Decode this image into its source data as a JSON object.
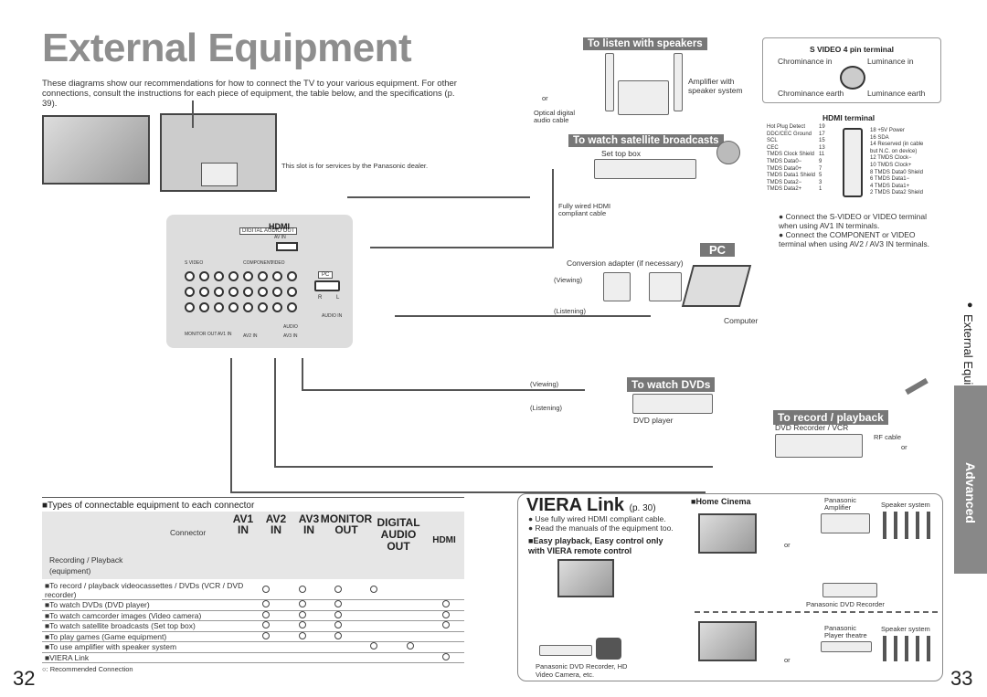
{
  "header": {
    "title": "External Equipment",
    "intro": "These diagrams show our recommendations for how to connect the TV to your various equipment. For other connections, consult the instructions for each piece of equipment, the table below, and the specifications (p. 39)."
  },
  "tv_back": {
    "slot_note": "This slot is for services by the Panasonic dealer."
  },
  "speakers": {
    "heading": "To listen with speakers",
    "device": "Amplifier with speaker system",
    "or": "or",
    "optical": "Optical digital audio cable"
  },
  "broadcast": {
    "heading": "To watch satellite broadcasts",
    "device": "Set top box",
    "cable": "Fully wired HDMI compliant cable"
  },
  "pc": {
    "heading": "PC",
    "adapter": "Conversion adapter (if necessary)",
    "viewing": "(Viewing)",
    "listening": "(Listening)",
    "device": "Computer"
  },
  "dvd": {
    "heading": "To watch DVDs",
    "viewing": "(Viewing)",
    "listening": "(Listening)",
    "device": "DVD player"
  },
  "record": {
    "heading": "To record / playback",
    "device": "DVD Recorder / VCR",
    "rf": "RF cable",
    "or": "or"
  },
  "svideo": {
    "title": "S VIDEO 4 pin terminal",
    "tl": "Chrominance in",
    "tr": "Luminance in",
    "bl": "Chrominance earth",
    "br": "Luminance earth"
  },
  "hdmi_terminal": {
    "title": "HDMI terminal",
    "left": [
      "Hot Plug Detect",
      "DDC/CEC Ground",
      "SCL",
      "CEC",
      "TMDS Clock Shield",
      "TMDS Data0−",
      "TMDS Data0+",
      "TMDS Data1 Shield",
      "TMDS Data2−",
      "TMDS Data2+"
    ],
    "left_nums": [
      "19",
      "17",
      "15",
      "13",
      "11",
      "9",
      "7",
      "5",
      "3",
      "1"
    ],
    "right": [
      "18 +5V Power",
      "16 SDA",
      "14 Reserved (in cable",
      "but N.C. on device)",
      "12 TMDS Clock−",
      "10 TMDS Clock+",
      "8  TMDS Data0 Shield",
      "6  TMDS Data1−",
      "4  TMDS Data1+",
      "2  TMDS Data2 Shield"
    ]
  },
  "notes": [
    "Connect the S-VIDEO or VIDEO terminal when using AV1 IN terminals.",
    "Connect the COMPONENT or VIDEO terminal when using AV2 / AV3 IN terminals."
  ],
  "panel": {
    "digital_audio": "DIGITAL AUDIO OUT",
    "hdmi": "HDMI",
    "av_in": "AV IN",
    "s_video": "S VIDEO",
    "component": "COMPONENT",
    "video": "VIDEO",
    "pc": "PC",
    "r": "R",
    "l": "L",
    "audio_in": "AUDIO IN",
    "monitor_out": "MONITOR OUT",
    "av1_in": "AV1 IN",
    "av2_in": "AV2 IN",
    "av3_in": "AV3 IN",
    "audio": "AUDIO"
  },
  "table": {
    "heading": "Types of connectable equipment to each connector",
    "connector": "Connector",
    "rec": "Recording / Playback",
    "equipment": "(equipment)",
    "cols": [
      "AV1 IN",
      "AV2 IN",
      "AV3 IN",
      "MONITOR OUT",
      "DIGITAL AUDIO OUT",
      "HDMI"
    ],
    "rows": [
      {
        "label": "To record / playback videocassettes / DVDs (VCR / DVD recorder)",
        "marks": [
          1,
          1,
          1,
          1,
          0,
          0
        ]
      },
      {
        "label": "To watch DVDs (DVD player)",
        "marks": [
          1,
          1,
          1,
          0,
          0,
          1
        ]
      },
      {
        "label": "To watch camcorder images (Video camera)",
        "marks": [
          1,
          1,
          1,
          0,
          0,
          1
        ]
      },
      {
        "label": "To watch satellite broadcasts (Set top box)",
        "marks": [
          1,
          1,
          1,
          0,
          0,
          1
        ]
      },
      {
        "label": "To play games (Game equipment)",
        "marks": [
          1,
          1,
          1,
          0,
          0,
          0
        ]
      },
      {
        "label": "To use amplifier with speaker system",
        "marks": [
          0,
          0,
          0,
          1,
          1,
          0
        ]
      },
      {
        "label": "VIERA Link",
        "marks": [
          0,
          0,
          0,
          0,
          0,
          1
        ]
      }
    ],
    "legend": "○: Recommended Connection"
  },
  "viera": {
    "title": "VIERA Link",
    "page": "(p. 30)",
    "b1": "Use fully wired HDMI compliant cable.",
    "b2": "Read the manuals of the equipment too.",
    "easy": "Easy playback, Easy control only with VIERA remote control",
    "home": "Home Cinema",
    "amp": "Panasonic Amplifier",
    "speaker": "Speaker system",
    "or": "or",
    "recorder": "Panasonic DVD Recorder",
    "theatre": "Panasonic Player theatre",
    "speaker2": "Speaker system",
    "or2": "or",
    "dvdrec": "Panasonic DVD Recorder, HD Video Camera, etc."
  },
  "side": {
    "chapter": "External Equipment",
    "section": "Advanced"
  },
  "pages": {
    "left": "32",
    "right": "33"
  }
}
